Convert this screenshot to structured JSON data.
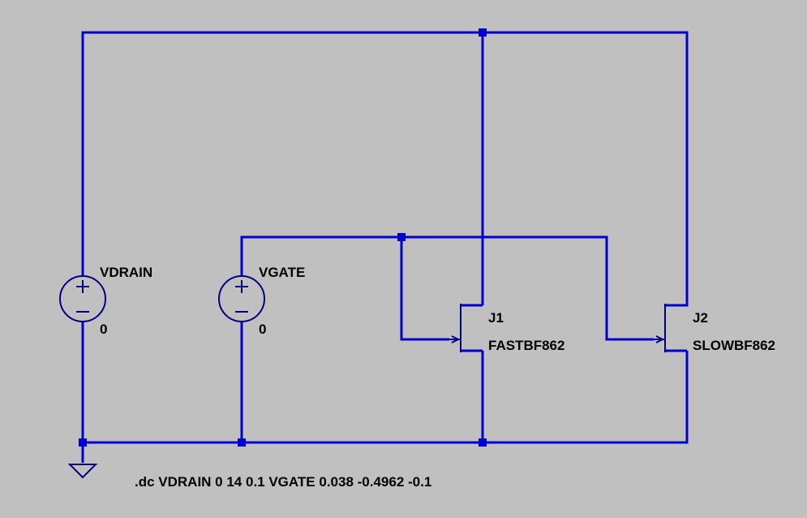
{
  "components": {
    "vdrain": {
      "name": "VDRAIN",
      "value": "0"
    },
    "vgate": {
      "name": "VGATE",
      "value": "0"
    },
    "j1": {
      "name": "J1",
      "model": "FASTBF862"
    },
    "j2": {
      "name": "J2",
      "model": "SLOWBF862"
    }
  },
  "directive": ".dc VDRAIN 0 14 0.1 VGATE 0.038 -0.4962 -0.1",
  "colors": {
    "background": "#c0c0c0",
    "wire": "#0000cc",
    "symbol": "#000080",
    "text": "#000000"
  }
}
